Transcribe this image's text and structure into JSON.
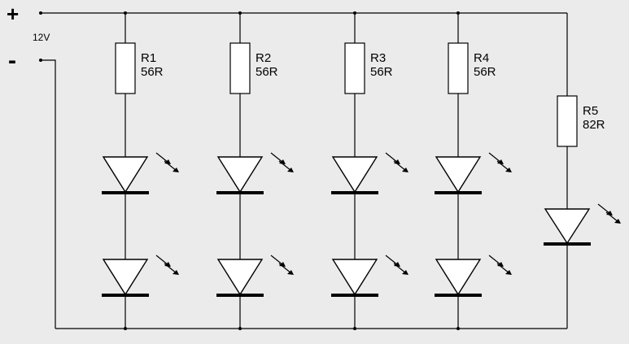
{
  "supply": {
    "plus_symbol": "+",
    "minus_symbol": "-",
    "voltage": "12V"
  },
  "branches": [
    {
      "resistor_name": "R1",
      "resistor_value": "56R",
      "led_count": 2
    },
    {
      "resistor_name": "R2",
      "resistor_value": "56R",
      "led_count": 2
    },
    {
      "resistor_name": "R3",
      "resistor_value": "56R",
      "led_count": 2
    },
    {
      "resistor_name": "R4",
      "resistor_value": "56R",
      "led_count": 2
    },
    {
      "resistor_name": "R5",
      "resistor_value": "82R",
      "led_count": 1
    }
  ],
  "colors": {
    "background": "#ebebeb",
    "line": "#000000",
    "component_fill": "#ffffff"
  }
}
